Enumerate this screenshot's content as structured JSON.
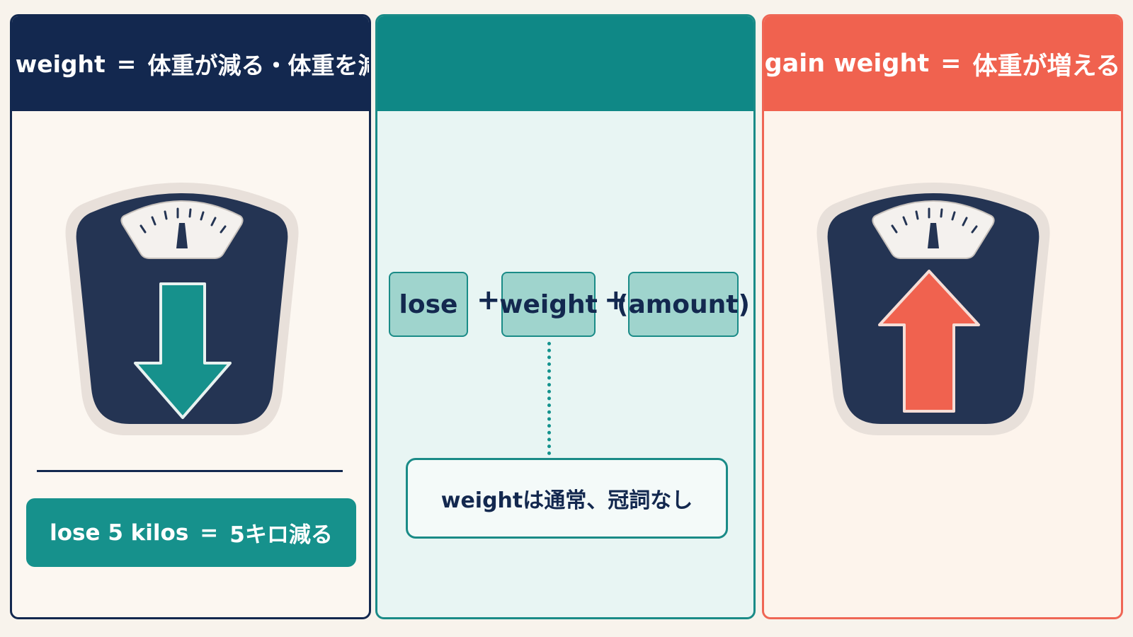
{
  "colors": {
    "navy": "#13284f",
    "teal": "#0f8886",
    "coral": "#f0624f",
    "background": "#f8f3ec"
  },
  "left_panel": {
    "title_en": "lose weight",
    "title_eq": "=",
    "title_ja": "体重が減る・体重を減らす",
    "scale_icon": "bathroom-scale-icon",
    "arrow_icon": "arrow-down-icon",
    "example_en": "lose 5 kilos",
    "example_eq": "=",
    "example_ja": "5キロ減る"
  },
  "middle_panel": {
    "title": "",
    "tokens": [
      "lose",
      "weight",
      "(amount)"
    ],
    "operator": "+",
    "note": "weightは通常、冠詞なし"
  },
  "right_panel": {
    "title_en": "gain weight",
    "title_eq": "=",
    "title_ja": "体重が増える",
    "scale_icon": "bathroom-scale-icon",
    "arrow_icon": "arrow-up-icon"
  }
}
